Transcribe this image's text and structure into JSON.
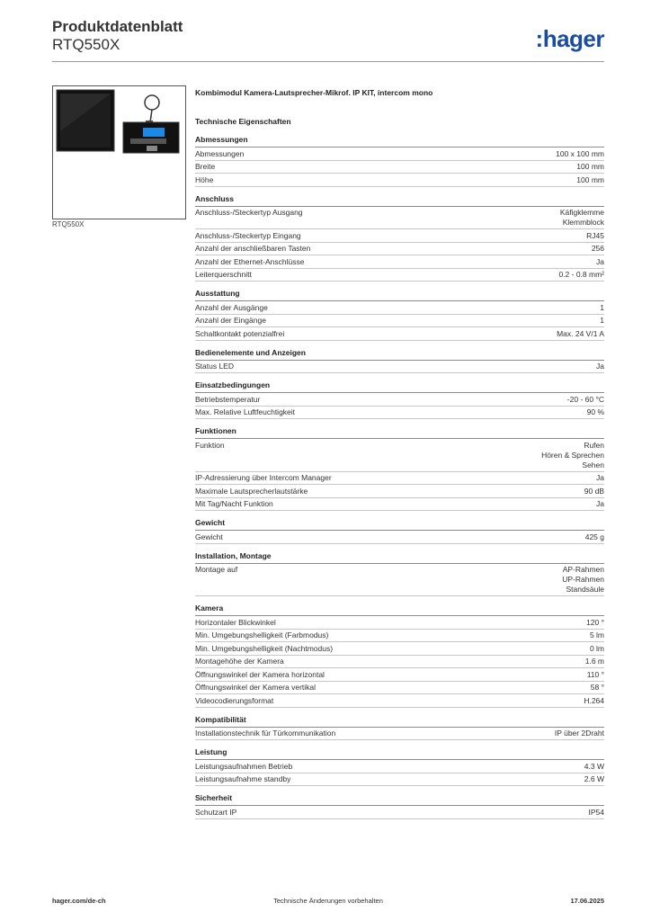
{
  "header": {
    "title": "Produktdatenblatt",
    "subtitle": "RTQ550X",
    "logo": "hager",
    "logo_color": "#1a4da1"
  },
  "image": {
    "caption": "RTQ550X"
  },
  "product": {
    "description": "Kombimodul Kamera-Lautsprecher-Mikrof. IP KIT, intercom mono",
    "tech_title": "Technische Eigenschaften"
  },
  "sections": [
    {
      "title": "Abmessungen",
      "rows": [
        {
          "label": "Abmessungen",
          "value": [
            "100 x 100 mm"
          ]
        },
        {
          "label": "Breite",
          "value": [
            "100 mm"
          ]
        },
        {
          "label": "Höhe",
          "value": [
            "100 mm"
          ]
        }
      ]
    },
    {
      "title": "Anschluss",
      "rows": [
        {
          "label": "Anschluss-/Steckertyp Ausgang",
          "value": [
            "Käfigklemme",
            "Klemmblock"
          ]
        },
        {
          "label": "Anschluss-/Steckertyp Eingang",
          "value": [
            "RJ45"
          ]
        },
        {
          "label": "Anzahl der anschließbaren Tasten",
          "value": [
            "256"
          ]
        },
        {
          "label": "Anzahl der Ethernet-Anschlüsse",
          "value": [
            "Ja"
          ]
        },
        {
          "label": "Leiterquerschnitt",
          "value": [
            "0.2 - 0.8 mm²"
          ]
        }
      ]
    },
    {
      "title": "Ausstattung",
      "rows": [
        {
          "label": "Anzahl der Ausgänge",
          "value": [
            "1"
          ]
        },
        {
          "label": "Anzahl der Eingänge",
          "value": [
            "1"
          ]
        },
        {
          "label": "Schaltkontakt potenzialfrei",
          "value": [
            "Max. 24 V/1 A"
          ]
        }
      ]
    },
    {
      "title": "Bedienelemente und Anzeigen",
      "rows": [
        {
          "label": "Status LED",
          "value": [
            "Ja"
          ]
        }
      ]
    },
    {
      "title": "Einsatzbedingungen",
      "rows": [
        {
          "label": "Betriebstemperatur",
          "value": [
            "-20 - 60 °C"
          ]
        },
        {
          "label": "Max. Relative Luftfeuchtigkeit",
          "value": [
            "90 %"
          ]
        }
      ]
    },
    {
      "title": "Funktionen",
      "rows": [
        {
          "label": "Funktion",
          "value": [
            "Rufen",
            "Hören & Sprechen",
            "Sehen"
          ]
        },
        {
          "label": "IP-Adressierung über Intercom Manager",
          "value": [
            "Ja"
          ]
        },
        {
          "label": "Maximale Lautsprecherlautstärke",
          "value": [
            "90 dB"
          ]
        },
        {
          "label": "Mit Tag/Nacht Funktion",
          "value": [
            "Ja"
          ]
        }
      ]
    },
    {
      "title": "Gewicht",
      "rows": [
        {
          "label": "Gewicht",
          "value": [
            "425 g"
          ]
        }
      ]
    },
    {
      "title": "Installation, Montage",
      "rows": [
        {
          "label": "Montage auf",
          "value": [
            "AP-Rahmen",
            "UP-Rahmen",
            "Standsäule"
          ]
        }
      ]
    },
    {
      "title": "Kamera",
      "rows": [
        {
          "label": "Horizontaler Blickwinkel",
          "value": [
            "120 °"
          ]
        },
        {
          "label": "Min. Umgebungshelligkeit (Farbmodus)",
          "value": [
            "5 lm"
          ]
        },
        {
          "label": "Min. Umgebungshelligkeit (Nachtmodus)",
          "value": [
            "0 lm"
          ]
        },
        {
          "label": "Montagehöhe der Kamera",
          "value": [
            "1.6 m"
          ]
        },
        {
          "label": "Öffnungswinkel der Kamera horizontal",
          "value": [
            "110 °"
          ]
        },
        {
          "label": "Öffnungswinkel der Kamera vertikal",
          "value": [
            "58 °"
          ]
        },
        {
          "label": "Videocodierungsformat",
          "value": [
            "H.264"
          ]
        }
      ]
    },
    {
      "title": "Kompatibilität",
      "rows": [
        {
          "label": "Installationstechnik für Türkommunikation",
          "value": [
            "IP über 2Draht"
          ]
        }
      ]
    },
    {
      "title": "Leistung",
      "rows": [
        {
          "label": "Leistungsaufnahmen Betrieb",
          "value": [
            "4.3 W"
          ]
        },
        {
          "label": "Leistungsaufnahme standby",
          "value": [
            "2.6 W"
          ]
        }
      ]
    },
    {
      "title": "Sicherheit",
      "rows": [
        {
          "label": "Schutzart IP",
          "value": [
            "IP54"
          ]
        }
      ]
    }
  ],
  "footer": {
    "left": "hager.com/de-ch",
    "center": "Technische Änderungen vorbehalten",
    "right": "17.06.2025"
  }
}
